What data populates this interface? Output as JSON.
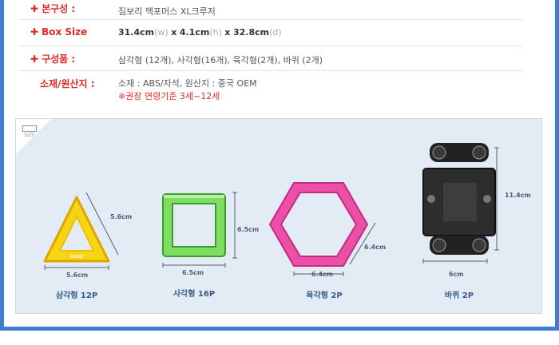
{
  "specs": {
    "name_label": "본구성 :",
    "name_value": "짐보리 맥포머스 XL크루저",
    "box_label": "Box Size",
    "box_w": "31.4cm",
    "box_w_unit": "(w)",
    "box_h": "4.1cm",
    "box_h_unit": "(h)",
    "box_d": "32.8cm",
    "box_d_unit": "(d)",
    "box_sep": "x",
    "parts_label": "구성품 :",
    "parts_value": "삼각형 (12개),  사각형(16개), 육각형(2개), 바퀴 (2개)",
    "material_label": "소재/원산지 :",
    "material_value": "소재 : ABS/자석, 원산지 : 중국 OEM",
    "age_note": "※권장 연령기준 3세~12세"
  },
  "size_section": {
    "tag": "SIZE",
    "items": [
      {
        "name": "삼각형",
        "count": "12P",
        "width": "5.6cm",
        "side": "5.6cm"
      },
      {
        "name": "사각형",
        "count": "16P",
        "width": "6.5cm",
        "side": "6.5cm"
      },
      {
        "name": "육각형",
        "count": "2P",
        "width": "6.4cm",
        "side": "6.4cm"
      },
      {
        "name": "바퀴",
        "count": "2P",
        "width": "6cm",
        "side": "11.4cm"
      }
    ]
  },
  "colors": {
    "accent": "#e02a2a",
    "frame": "#3f7cd2",
    "panel": "#e3ecf5",
    "caption": "#3b5b86"
  }
}
